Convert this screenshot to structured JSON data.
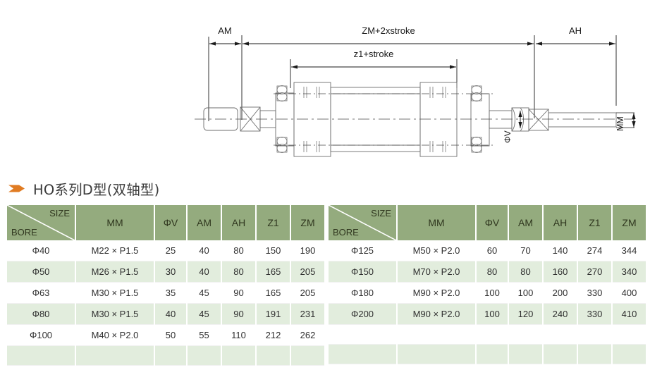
{
  "drawing": {
    "title": "double-rod hydraulic cylinder cross-section",
    "dimensions": {
      "am": "AM",
      "zm_stroke": "ZM+2xstroke",
      "z1_stroke": "z1+stroke",
      "ah": "AH",
      "phi_v": "ΦV",
      "mm": "MM"
    }
  },
  "section": {
    "title": "HO系列D型(双轴型)",
    "bullet_color": "#e07b22"
  },
  "colors": {
    "header_green": "#94ab7e",
    "row_alt_green": "#e2eddd",
    "row_base": "#ffffff",
    "text": "#2f2f2f",
    "accent_orange": "#e07b22"
  },
  "tables": [
    {
      "id": "table-left",
      "corner": {
        "size_label": "SIZE",
        "bore_label": "BORE"
      },
      "columns": [
        "MM",
        "ΦV",
        "AM",
        "AH",
        "Z1",
        "ZM"
      ],
      "rows": [
        {
          "bore": "Φ40",
          "mm": "M22 × P1.5",
          "v": "25",
          "am": "40",
          "ah": "80",
          "z1": "150",
          "zm": "190"
        },
        {
          "bore": "Φ50",
          "mm": "M26 × P1.5",
          "v": "30",
          "am": "40",
          "ah": "80",
          "z1": "165",
          "zm": "205"
        },
        {
          "bore": "Φ63",
          "mm": "M30 × P1.5",
          "v": "35",
          "am": "45",
          "ah": "90",
          "z1": "165",
          "zm": "205"
        },
        {
          "bore": "Φ80",
          "mm": "M30 × P1.5",
          "v": "40",
          "am": "45",
          "ah": "90",
          "z1": "191",
          "zm": "231"
        },
        {
          "bore": "Φ100",
          "mm": "M40 × P2.0",
          "v": "50",
          "am": "55",
          "ah": "110",
          "z1": "212",
          "zm": "262"
        }
      ],
      "blank_rows": 1
    },
    {
      "id": "table-right",
      "corner": {
        "size_label": "SIZE",
        "bore_label": "BORE"
      },
      "columns": [
        "MM",
        "ΦV",
        "AM",
        "AH",
        "Z1",
        "ZM"
      ],
      "rows": [
        {
          "bore": "Φ125",
          "mm": "M50 × P2.0",
          "v": "60",
          "am": "70",
          "ah": "140",
          "z1": "274",
          "zm": "344"
        },
        {
          "bore": "Φ150",
          "mm": "M70 × P2.0",
          "v": "80",
          "am": "80",
          "ah": "160",
          "z1": "270",
          "zm": "340"
        },
        {
          "bore": "Φ180",
          "mm": "M90 × P2.0",
          "v": "100",
          "am": "100",
          "ah": "200",
          "z1": "330",
          "zm": "400"
        },
        {
          "bore": "Φ200",
          "mm": "M90 × P2.0",
          "v": "100",
          "am": "120",
          "ah": "240",
          "z1": "330",
          "zm": "410"
        }
      ],
      "blank_rows": 2
    }
  ]
}
